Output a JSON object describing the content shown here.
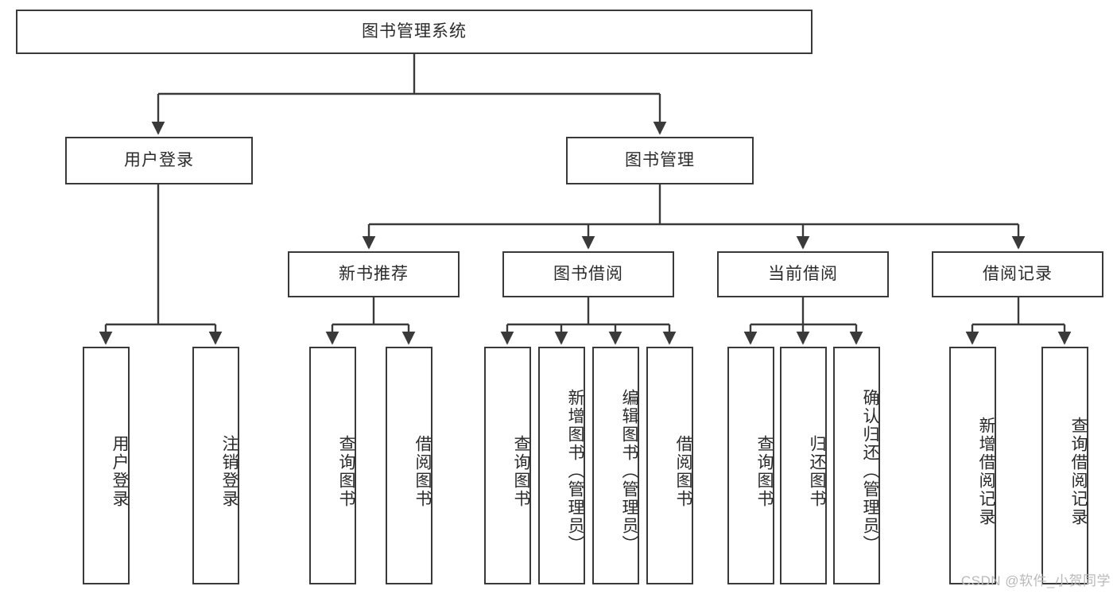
{
  "diagram": {
    "title": "图书管理系统",
    "type": "tree-hierarchy",
    "root": {
      "label": "图书管理系统"
    },
    "level2": [
      {
        "label": "用户登录"
      },
      {
        "label": "图书管理"
      }
    ],
    "level3": [
      {
        "label": "新书推荐"
      },
      {
        "label": "图书借阅"
      },
      {
        "label": "当前借阅"
      },
      {
        "label": "借阅记录"
      }
    ],
    "leaves": {
      "user_login": [
        {
          "label": "用户登录"
        },
        {
          "label": "注销登录"
        }
      ],
      "new_book_recommend": [
        {
          "label": "查询图书"
        },
        {
          "label": "借阅图书"
        }
      ],
      "book_borrow": [
        {
          "label": "查询图书"
        },
        {
          "label": "新增图书（管理员）"
        },
        {
          "label": "编辑图书（管理员）"
        },
        {
          "label": "借阅图书"
        }
      ],
      "current_borrow": [
        {
          "label": "查询图书"
        },
        {
          "label": "归还图书"
        },
        {
          "label": "确认归还（管理员）"
        }
      ],
      "borrow_record": [
        {
          "label": "新增借阅记录"
        },
        {
          "label": "查询借阅记录"
        }
      ]
    }
  },
  "watermark": {
    "text": "CSDN @软件_小贺同学"
  },
  "colors": {
    "stroke": "#3a3a3a",
    "background": "#ffffff",
    "text": "#2b2b2b",
    "watermark": "#b9b9b9"
  }
}
